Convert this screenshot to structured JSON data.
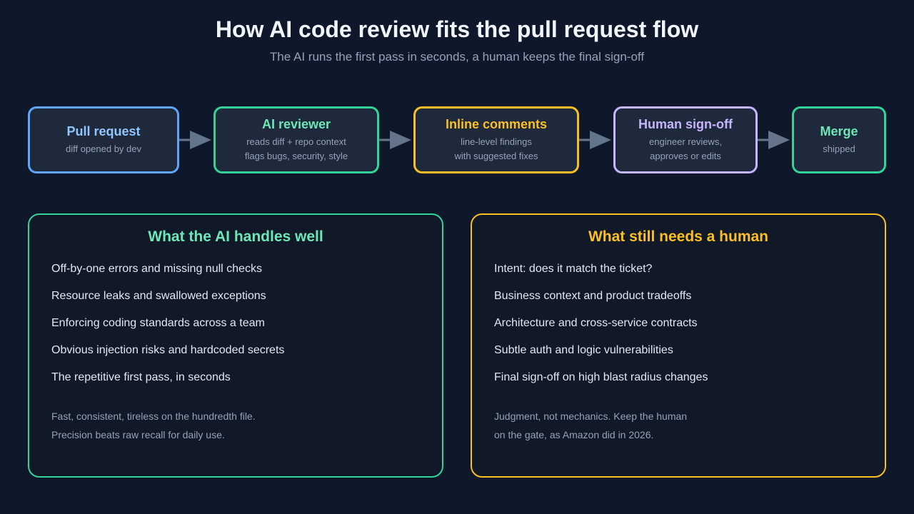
{
  "header": {
    "title": "How AI code review fits the pull request flow",
    "subtitle": "The AI runs the first pass in seconds, a human keeps the final sign-off"
  },
  "flow": {
    "nodes": [
      {
        "title": "Pull request",
        "lines": [
          "diff opened by dev"
        ],
        "color": "#60a5fa"
      },
      {
        "title": "AI reviewer",
        "lines": [
          "reads diff + repo context",
          "flags bugs, security, style"
        ],
        "color": "#34d399"
      },
      {
        "title": "Inline comments",
        "lines": [
          "line-level findings",
          "with suggested fixes"
        ],
        "color": "#fbbf24"
      },
      {
        "title": "Human sign-off",
        "lines": [
          "engineer reviews,",
          "approves or edits"
        ],
        "color": "#c4b5fd"
      },
      {
        "title": "Merge",
        "lines": [
          "shipped"
        ],
        "color": "#34d399"
      }
    ],
    "arrow_color": "#64748b"
  },
  "panels": {
    "ai": {
      "title": "What the AI handles well",
      "items": [
        "Off-by-one errors and missing null checks",
        "Resource leaks and swallowed exceptions",
        "Enforcing coding standards across a team",
        "Obvious injection risks and hardcoded secrets",
        "The repetitive first pass, in seconds"
      ],
      "note": [
        "Fast, consistent, tireless on the hundredth file.",
        "Precision beats raw recall for daily use."
      ],
      "color": "#34d399"
    },
    "human": {
      "title": "What still needs a human",
      "items": [
        "Intent: does it match the ticket?",
        "Business context and product tradeoffs",
        "Architecture and cross-service contracts",
        "Subtle auth and logic vulnerabilities",
        "Final sign-off on high blast radius changes"
      ],
      "note": [
        "Judgment, not mechanics. Keep the human",
        "on the gate, as Amazon did in 2026."
      ],
      "color": "#fbbf24"
    }
  }
}
